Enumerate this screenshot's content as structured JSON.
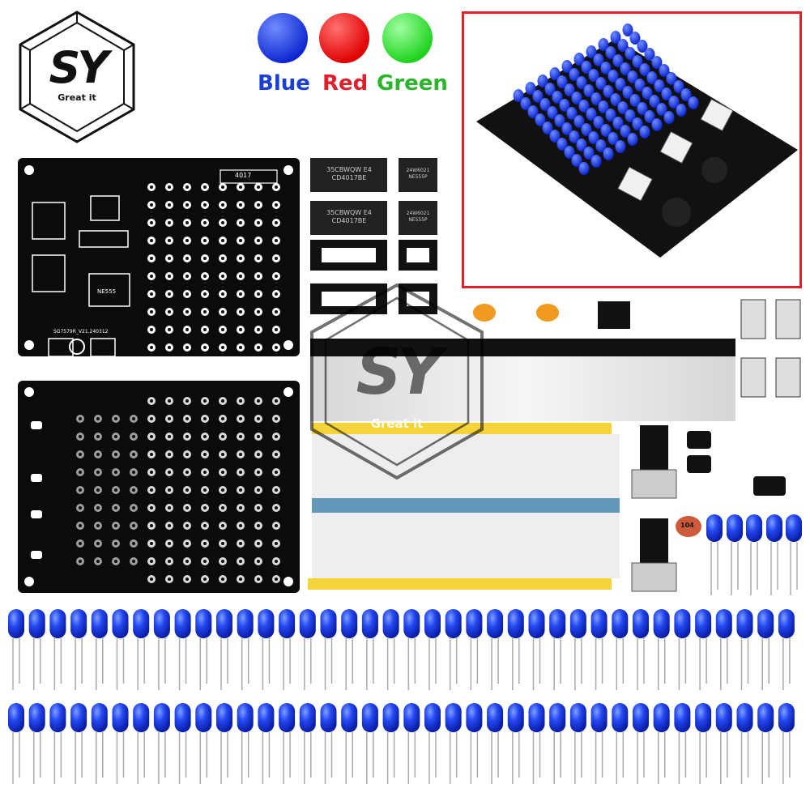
{
  "brand": {
    "logo_letters": "SY",
    "logo_tagline": "Great it"
  },
  "color_options": [
    {
      "label": "Blue",
      "color": "#1a3fd6",
      "swatch": "#1e50ff"
    },
    {
      "label": "Red",
      "color": "#e0202a",
      "swatch": "#ff1a1a"
    },
    {
      "label": "Green",
      "color": "#2bb52b",
      "swatch": "#33e633"
    }
  ],
  "ic_chips": [
    {
      "marking_line1": "35CBWQW E4",
      "marking_line2": "CD4017BE"
    },
    {
      "marking_line1": "35CBWQW E4",
      "marking_line2": "CD4017BE"
    },
    {
      "marking_line1": "24W6021",
      "marking_line2": "NE555P"
    },
    {
      "marking_line1": "24W6021",
      "marking_line2": "NE555P"
    }
  ],
  "pcb_silkscreen": {
    "chip1": "4017",
    "chip2": "NE555",
    "version": "SG7579R_V21.240312"
  },
  "ceramic_cap_marking": "104",
  "highlight_color": "#e0202a"
}
